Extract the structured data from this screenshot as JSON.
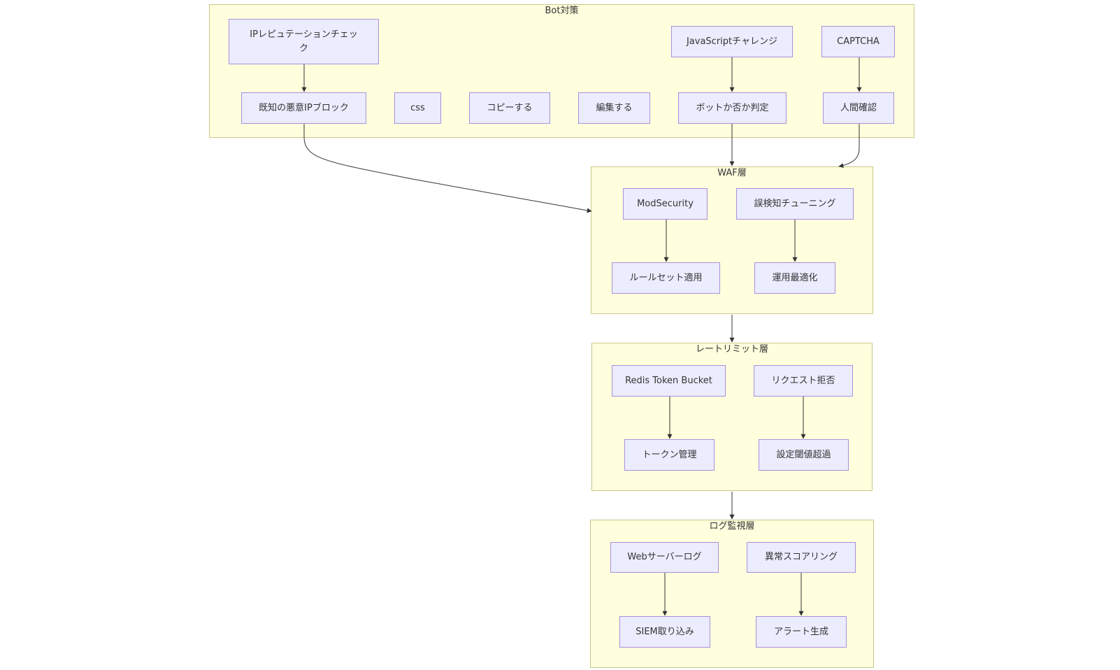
{
  "clusters": {
    "bot": {
      "title": "Bot対策"
    },
    "waf": {
      "title": "WAF層"
    },
    "ratelimit": {
      "title": "レートリミット層"
    },
    "log": {
      "title": "ログ監視層"
    }
  },
  "nodes": {
    "ip_reputation": "IPレピュテーションチェック",
    "javascript_challenge": "JavaScriptチャレンジ",
    "captcha": "CAPTCHA",
    "known_ip_block": "既知の悪意IPブロック",
    "css": "css",
    "copy": "コピーする",
    "edit": "編集する",
    "bot_judgement": "ボットか否か判定",
    "human_check": "人間確認",
    "modsecurity": "ModSecurity",
    "false_positive_tuning": "誤検知チューニング",
    "ruleset_apply": "ルールセット適用",
    "ops_optimize": "運用最適化",
    "redis_token_bucket": "Redis Token Bucket",
    "request_reject": "リクエスト拒否",
    "token_manage": "トークン管理",
    "threshold_exceed": "設定閾値超過",
    "web_server_log": "Webサーバーログ",
    "anomaly_scoring": "異常スコアリング",
    "siem_ingest": "SIEM取り込み",
    "alert_generate": "アラート生成"
  },
  "colors": {
    "cluster_fill": "#ffffde",
    "cluster_border": "#c8c88a",
    "node_fill": "#ececff",
    "node_border": "#a98fdc",
    "edge": "#333333"
  }
}
